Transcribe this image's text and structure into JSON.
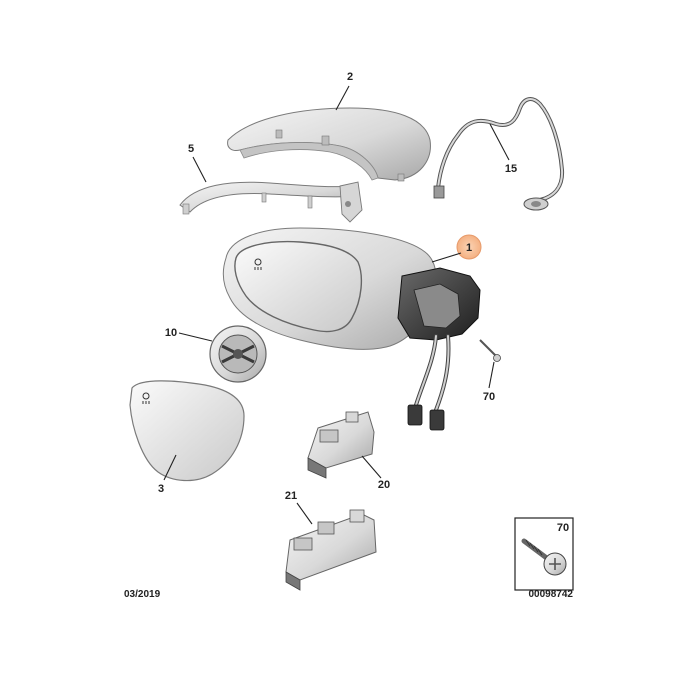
{
  "callouts": {
    "item_1": "1",
    "item_2": "2",
    "item_3": "3",
    "item_5": "5",
    "item_10": "10",
    "item_15": "15",
    "item_20": "20",
    "item_21": "21",
    "item_70": "70"
  },
  "inset": {
    "label": "70"
  },
  "footer": {
    "date": "03/2019",
    "code": "00098742"
  },
  "colors": {
    "highlight": "#f4b183",
    "part_fill": "#e6e6e6",
    "dark_part": "#3a3a3a"
  }
}
